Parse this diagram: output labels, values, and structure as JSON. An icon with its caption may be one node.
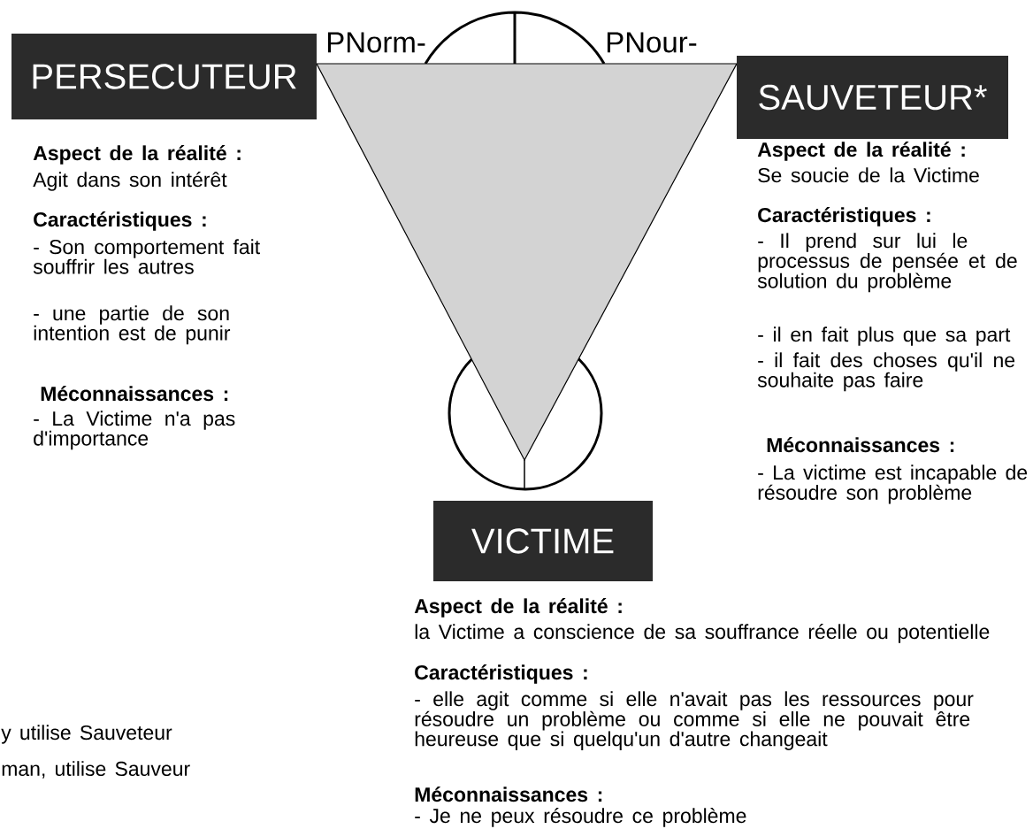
{
  "diagram": {
    "nodes": [
      {
        "text": [
          "PERSECUTEUR"
        ],
        "beside": [
          "Aspect de la réalité :",
          "Agit dans son intérêt",
          "Caractéristiques :",
          "- Son comportement fait souffrir les autres",
          "- une partie de son intention est de punir",
          "Méconnaissances :",
          "- La Victime n'a pas d'importance"
        ]
      },
      {
        "text": [
          "SAUVETEUR*"
        ],
        "beside": [
          "Aspect de la réalité :",
          "Se soucie de la Victime",
          "Caractéristiques :",
          "- Il prend sur lui le processus de pensée et de solution du problème",
          "- il en fait plus que sa part",
          "- il fait des choses qu'il ne souhaite pas faire",
          "Méconnaissances :",
          "- La victime est incapable de résoudre son problème"
        ]
      },
      {
        "text": [
          "VICTIME"
        ],
        "beside": [
          "Aspect de la réalité :",
          "la Victime a conscience de sa souffrance réelle ou potentielle",
          "Caractéristiques :",
          "- elle agit comme si elle n'avait pas les ressources pour résoudre un problème ou comme si elle ne pouvait être heureuse que si quelqu'un d'autre changeait",
          "Méconnaissances :",
          "- Je ne peux résoudre ce problème"
        ]
      }
    ],
    "labels": [
      "PNorm-",
      "PNour-",
      "y utilise Sauveteur",
      "man, utilise Sauveur"
    ]
  }
}
